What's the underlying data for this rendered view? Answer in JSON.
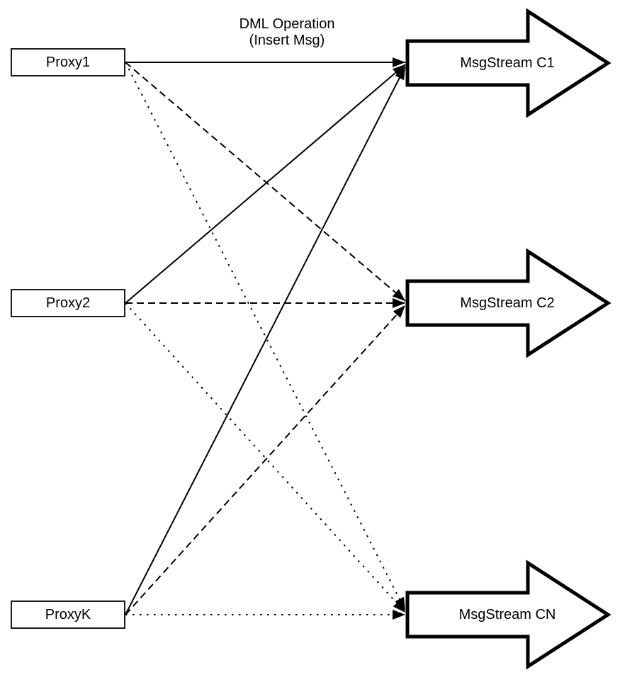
{
  "diagram": {
    "title": {
      "line1": "DML Operation",
      "line2": "(Insert Msg)"
    },
    "proxies": [
      {
        "id": "proxy1",
        "label": "Proxy1"
      },
      {
        "id": "proxy2",
        "label": "Proxy2"
      },
      {
        "id": "proxyK",
        "label": "ProxyK"
      }
    ],
    "streams": [
      {
        "id": "msgstream-c1",
        "label": "MsgStream C1"
      },
      {
        "id": "msgstream-c2",
        "label": "MsgStream C2"
      },
      {
        "id": "msgstream-cn",
        "label": "MsgStream CN"
      }
    ],
    "edges": [
      {
        "from": "Proxy1",
        "to": "MsgStream C1",
        "style": "solid"
      },
      {
        "from": "Proxy2",
        "to": "MsgStream C1",
        "style": "solid"
      },
      {
        "from": "ProxyK",
        "to": "MsgStream C1",
        "style": "solid"
      },
      {
        "from": "Proxy1",
        "to": "MsgStream C2",
        "style": "dashed"
      },
      {
        "from": "Proxy2",
        "to": "MsgStream C2",
        "style": "dashed"
      },
      {
        "from": "ProxyK",
        "to": "MsgStream C2",
        "style": "dashed"
      },
      {
        "from": "Proxy1",
        "to": "MsgStream CN",
        "style": "dotted"
      },
      {
        "from": "Proxy2",
        "to": "MsgStream CN",
        "style": "dotted"
      },
      {
        "from": "ProxyK",
        "to": "MsgStream CN",
        "style": "dotted"
      }
    ],
    "colors": {
      "stroke": "#000000",
      "fill": "#ffffff"
    }
  }
}
